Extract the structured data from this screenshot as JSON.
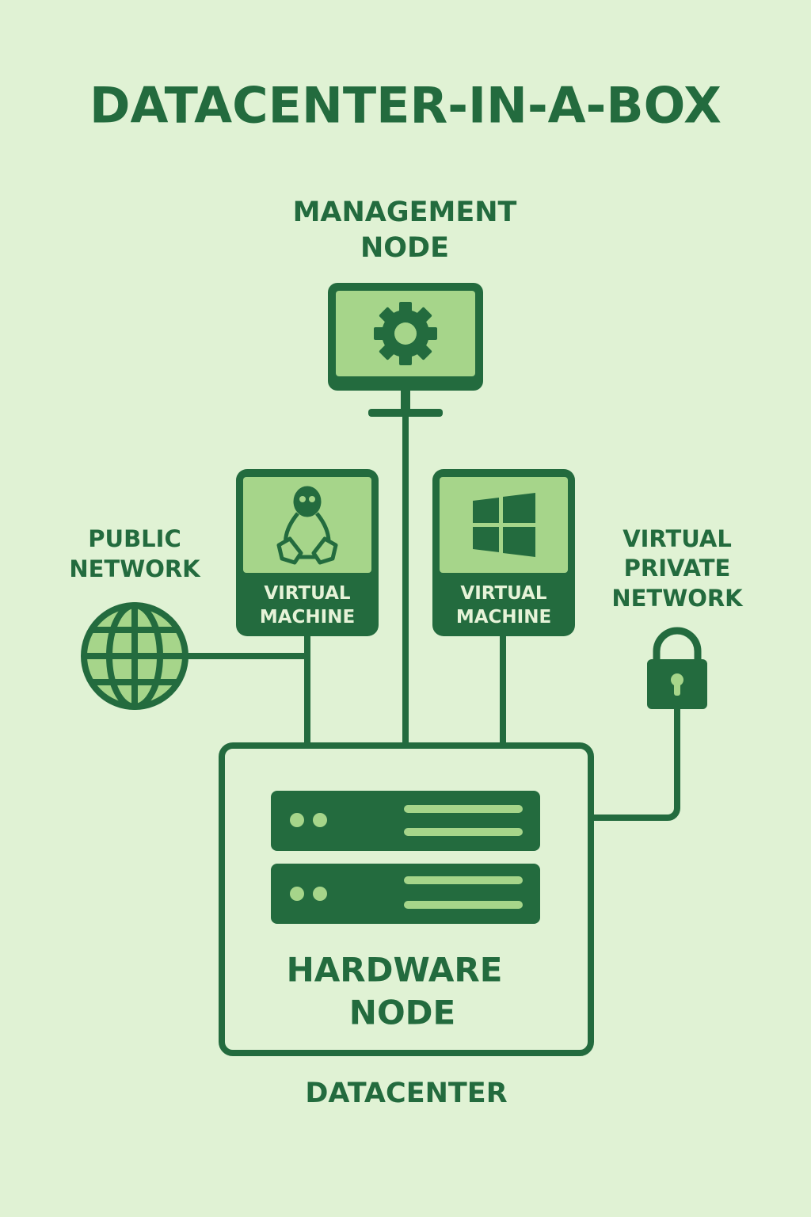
{
  "title": "DATACENTER-IN-A-BOX",
  "management_node": {
    "line1": "MANAGEMENT",
    "line2": "NODE",
    "icon": "gear-icon"
  },
  "vm_linux": {
    "line1": "VIRTUAL",
    "line2": "MACHINE",
    "icon": "linux-penguin-icon"
  },
  "vm_windows": {
    "line1": "VIRTUAL",
    "line2": "MACHINE",
    "icon": "windows-icon"
  },
  "public_network": {
    "line1": "PUBLIC",
    "line2": "NETWORK",
    "icon": "globe-icon"
  },
  "vpn": {
    "line1": "VIRTUAL",
    "line2": "PRIVATE",
    "line3": "NETWORK",
    "icon": "lock-icon"
  },
  "hardware_node": {
    "line1": "HARDWARE",
    "line2": "NODE",
    "icon": "server-icon"
  },
  "footer": "DATACENTER",
  "colors": {
    "background": "#e0f2d4",
    "dark": "#236b3e",
    "light": "#a6d58a",
    "cream": "#e6f3d8"
  }
}
